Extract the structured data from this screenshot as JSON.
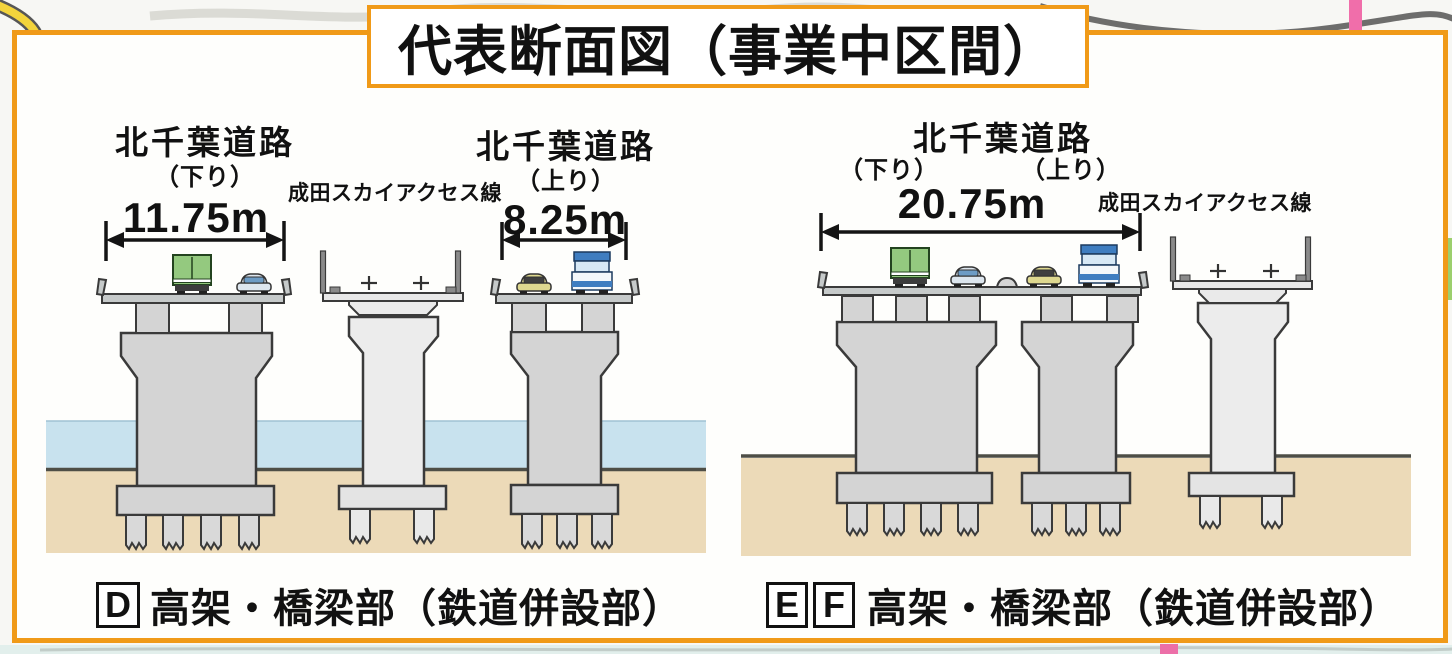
{
  "title": "代表断面図（事業中区間）",
  "left_group": {
    "road_down_name": "北千葉道路",
    "road_down_direction": "（下り）",
    "road_down_width": "11.75m",
    "rail_name": "成田スカイアクセス線",
    "road_up_name": "北千葉道路",
    "road_up_direction": "（上り）",
    "road_up_width": "8.25m",
    "badge": "D",
    "caption": "高架・橋梁部（鉄道併設部）"
  },
  "right_group": {
    "road_name": "北千葉道路",
    "direction_down": "（下り）",
    "direction_up": "（上り）",
    "road_width": "20.75m",
    "rail_name": "成田スカイアクセス線",
    "badges": [
      "E",
      "F"
    ],
    "caption": "高架・橋梁部（鉄道併設部）"
  },
  "diagram_icons": [
    "green-box-truck-icon",
    "silver-car-icon",
    "yellow-car-icon",
    "blue-truck-icon",
    "rail-position-marker-icon"
  ],
  "colors": {
    "accent_orange": "#f09a18",
    "water_blue": "#c8e2ee",
    "ground_tan": "#ecdab8",
    "concrete_gray": "#d4d4d4"
  }
}
